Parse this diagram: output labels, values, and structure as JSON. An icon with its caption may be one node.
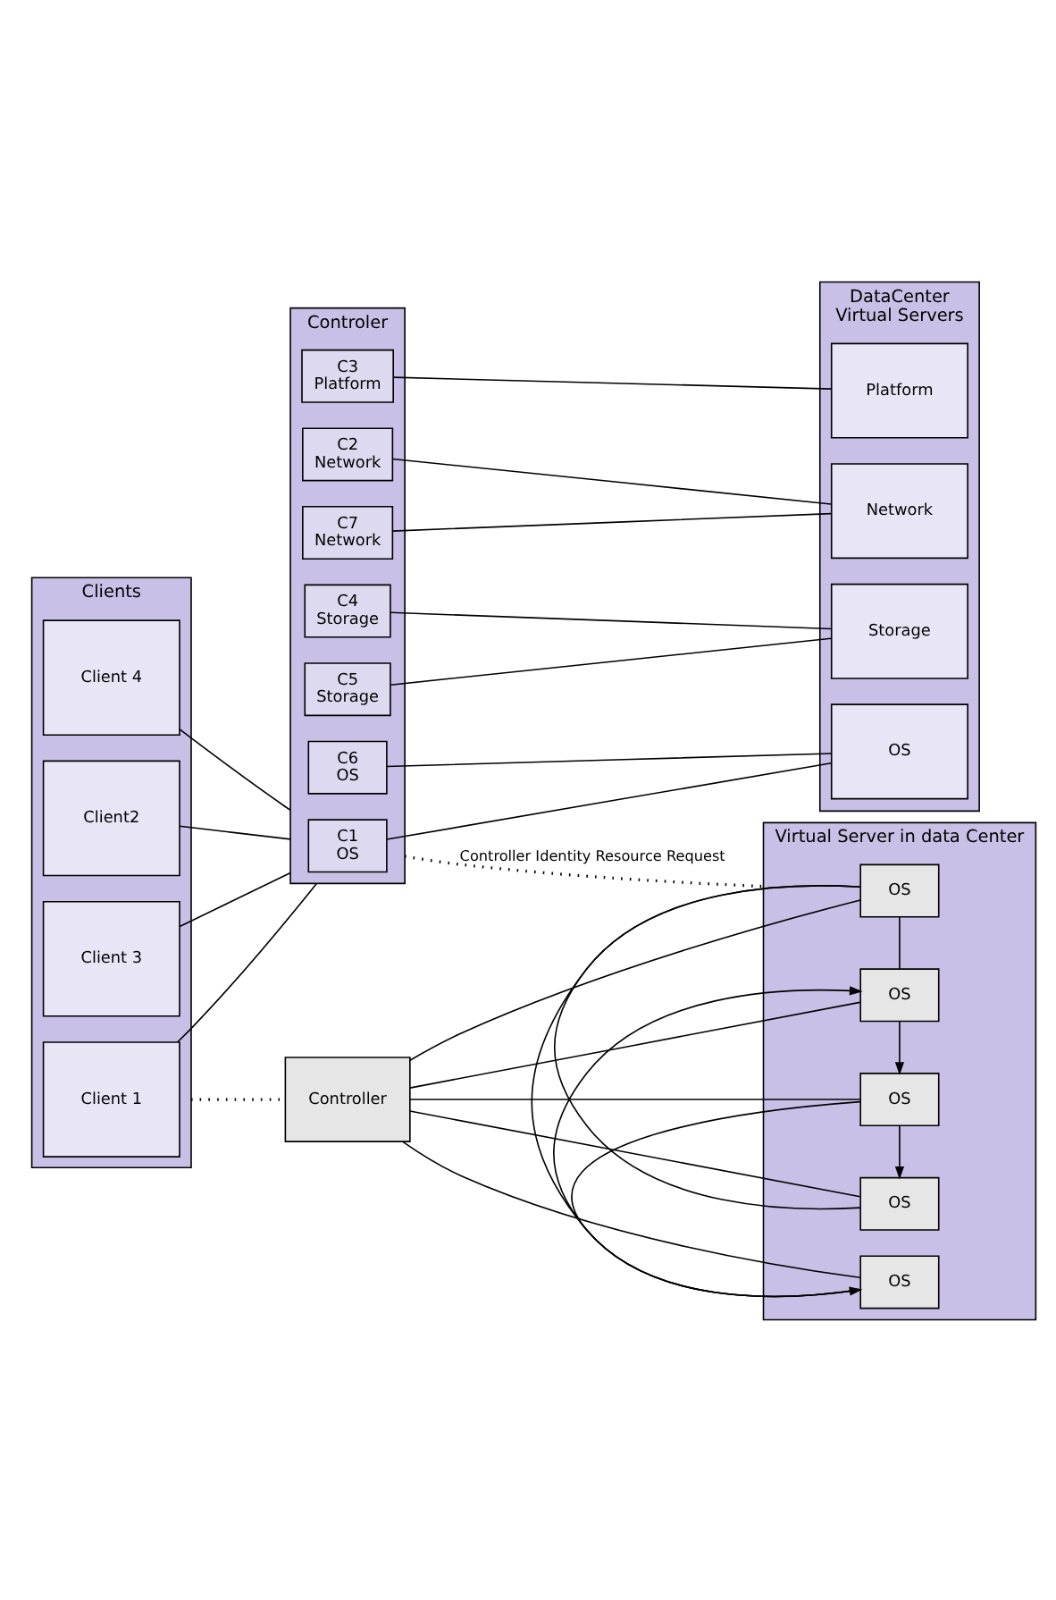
{
  "diagram": {
    "nodes": [
      {
        "text": [
          "Clients"
        ]
      },
      {
        "text": [
          "Client 1"
        ],
        "in": 0
      },
      {
        "text": [
          "Client2"
        ],
        "in": 0
      },
      {
        "text": [
          "Client 3"
        ],
        "in": 0
      },
      {
        "text": [
          "Client 4"
        ],
        "in": 0
      },
      {
        "text": [
          "Controler"
        ]
      },
      {
        "text": [
          "C1",
          "OS"
        ],
        "in": 5
      },
      {
        "text": [
          "C2",
          "Network"
        ],
        "in": 5
      },
      {
        "text": [
          "C3",
          "Platform"
        ],
        "in": 5
      },
      {
        "text": [
          "C4",
          "Storage"
        ],
        "in": 5
      },
      {
        "text": [
          "C5",
          "Storage"
        ],
        "in": 5
      },
      {
        "text": [
          "C6",
          "OS"
        ],
        "in": 5
      },
      {
        "text": [
          "C7",
          "Network"
        ],
        "in": 5
      },
      {
        "text": [
          "DataCenter",
          "Virtual Servers"
        ]
      },
      {
        "text": [
          "OS"
        ],
        "in": 13
      },
      {
        "text": [
          "Network"
        ],
        "in": 13
      },
      {
        "text": [
          "Storage"
        ],
        "in": 13
      },
      {
        "text": [
          "Platform"
        ],
        "in": 13
      },
      {
        "text": [
          "Controller"
        ]
      },
      {
        "text": [
          "Virtual Server in data Center"
        ]
      },
      {
        "text": [
          "OS"
        ],
        "in": 19
      },
      {
        "text": [
          "OS"
        ],
        "in": 19
      },
      {
        "text": [
          "OS"
        ],
        "in": 19
      },
      {
        "text": [
          "OS"
        ],
        "in": 19
      },
      {
        "text": [
          "OS"
        ],
        "in": 19
      }
    ],
    "edges": [
      {
        "from": 1,
        "to": 5,
        "arrow": "none"
      },
      {
        "from": 2,
        "to": 5,
        "arrow": "none"
      },
      {
        "from": 3,
        "to": 5,
        "arrow": "none"
      },
      {
        "from": 4,
        "to": 5,
        "arrow": "none"
      },
      {
        "from": 6,
        "to": 14,
        "arrow": "none"
      },
      {
        "from": 7,
        "to": 15,
        "arrow": "none"
      },
      {
        "from": 8,
        "to": 17,
        "arrow": "none"
      },
      {
        "from": 9,
        "to": 16,
        "arrow": "none"
      },
      {
        "from": 10,
        "to": 16,
        "arrow": "none"
      },
      {
        "from": 11,
        "to": 14,
        "arrow": "none"
      },
      {
        "from": 12,
        "to": 15,
        "arrow": "none"
      },
      {
        "from": 0,
        "to": 18,
        "arrow": "none",
        "style": "dashed"
      },
      {
        "from": 5,
        "to": 19,
        "arrow": "none",
        "style": "dashed",
        "label": "Controller Identity Resource Request"
      },
      {
        "from": 18,
        "to": 20,
        "arrow": "none"
      },
      {
        "from": 18,
        "to": 21,
        "arrow": "none"
      },
      {
        "from": 18,
        "to": 22,
        "arrow": "none"
      },
      {
        "from": 18,
        "to": 23,
        "arrow": "none"
      },
      {
        "from": 18,
        "to": 24,
        "arrow": "none"
      },
      {
        "from": 20,
        "to": 21,
        "arrow": "to"
      },
      {
        "from": 21,
        "to": 22,
        "arrow": "to"
      },
      {
        "from": 22,
        "to": 23,
        "arrow": "to"
      },
      {
        "from": 23,
        "to": 24,
        "arrow": "to"
      },
      {
        "from": 20,
        "to": 22,
        "arrow": "none"
      },
      {
        "from": 21,
        "to": 23,
        "arrow": "none"
      },
      {
        "from": 20,
        "to": 24,
        "arrow": "none"
      }
    ]
  }
}
